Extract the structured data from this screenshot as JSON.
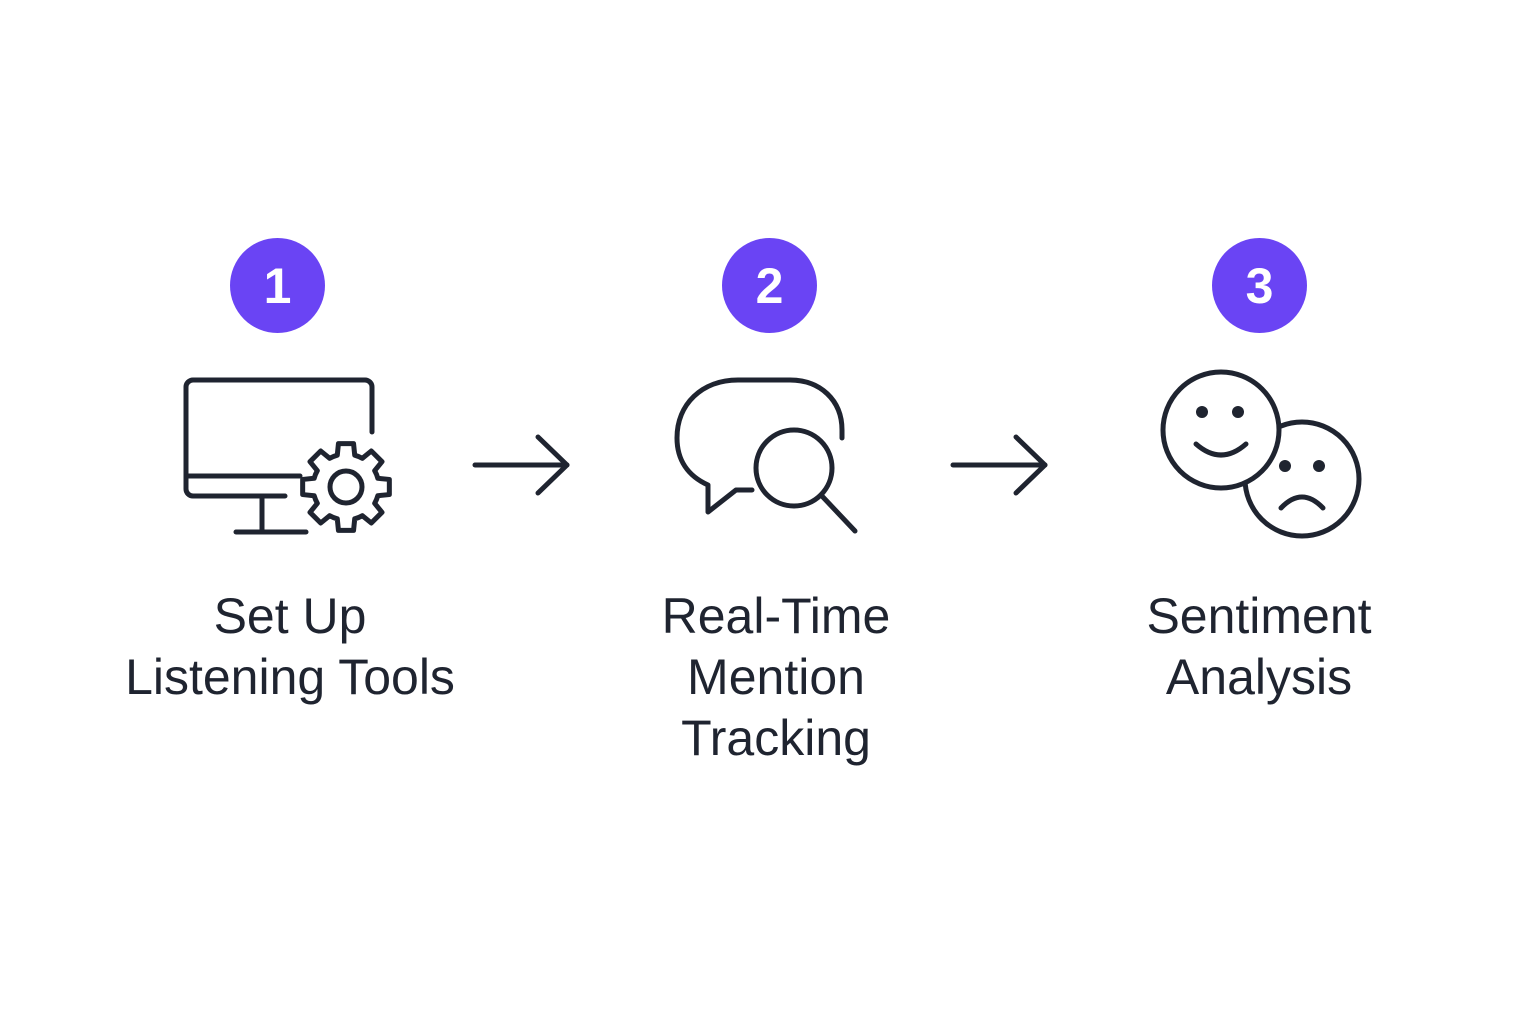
{
  "colors": {
    "background": "#ffffff",
    "accent": "#6a44f4",
    "text": "#1f2430",
    "icon_stroke": "#1f2430"
  },
  "steps": [
    {
      "number": "1",
      "label": "Set Up\nListening Tools",
      "icon": "monitor-with-gear-icon"
    },
    {
      "number": "2",
      "label": "Real-Time\nMention\nTracking",
      "icon": "chat-bubble-with-magnifier-icon"
    },
    {
      "number": "3",
      "label": "Sentiment\nAnalysis",
      "icon": "happy-and-sad-faces-icon"
    }
  ],
  "connectors": [
    "arrow-right-icon",
    "arrow-right-icon"
  ]
}
